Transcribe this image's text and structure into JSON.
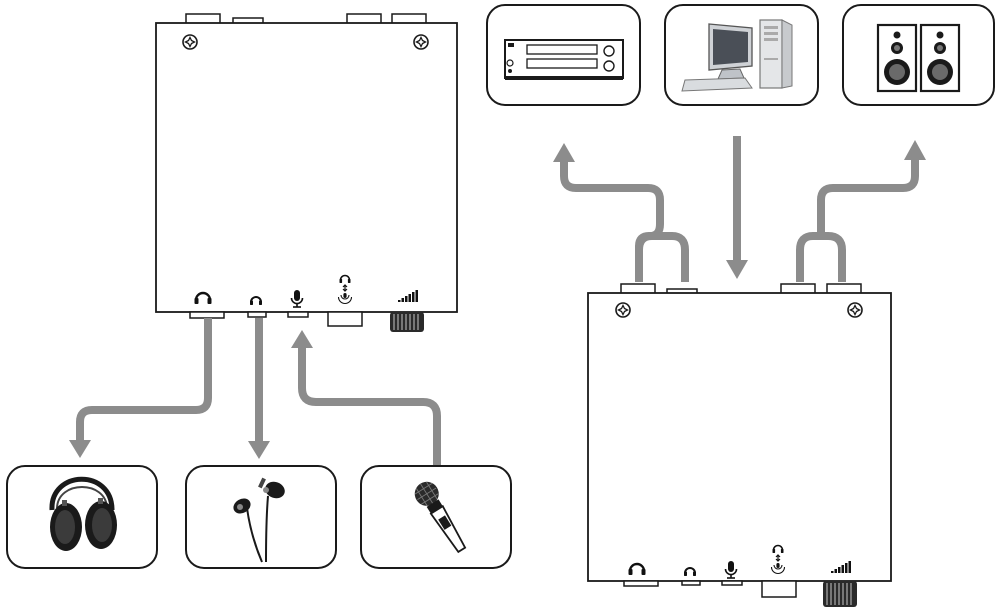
{
  "diagram": {
    "type": "connection-diagram",
    "devices": {
      "front_unit": {
        "name": "front-panel-unit",
        "jacks": [
          "headphone-jack-large",
          "headphone-jack-small",
          "microphone-jack",
          "headphone-mic-combo-jack",
          "volume-knob"
        ]
      },
      "rear_unit": {
        "name": "back-panel-unit",
        "jacks": [
          "headphone-jack-large",
          "headphone-jack-small",
          "microphone-jack",
          "headphone-mic-combo-jack",
          "volume-knob"
        ]
      },
      "peripherals": [
        "hifi-receiver",
        "desktop-computer",
        "bookshelf-speakers",
        "over-ear-headphones",
        "in-ear-earphones",
        "handheld-microphone"
      ]
    },
    "colors": {
      "arrow": "#8c8c8c",
      "outline": "#1a1a1a",
      "fill": "#ffffff",
      "dark": "#2a2a2a"
    }
  }
}
